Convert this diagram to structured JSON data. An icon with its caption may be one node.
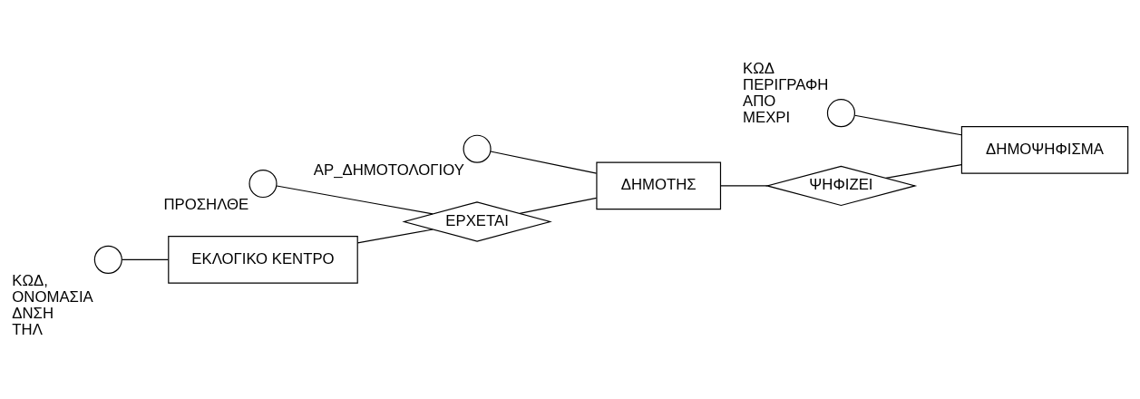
{
  "diagram": {
    "nodes": [
      {
        "text": [
          "ΕΚΛΟΓΙΚΟ ΚΕΝΤΡΟ"
        ]
      },
      {
        "text": [],
        "shape": "circle",
        "beside": [
          "ΚΩΔ,",
          "ΟΝΟΜΑΣΙΑ",
          "ΔΝΣΗ",
          "ΤΗΛ"
        ]
      },
      {
        "text": [
          "ΕΡΧΕΤΑΙ"
        ]
      },
      {
        "text": [],
        "shape": "circle",
        "beside": [
          "ΠΡΟΣΗΛΘΕ"
        ]
      },
      {
        "text": [
          "ΔΗΜΟΤΗΣ"
        ]
      },
      {
        "text": [],
        "shape": "circle",
        "beside": [
          "ΑΡ_ΔΗΜΟΤΟΛΟΓΙΟΥ"
        ]
      },
      {
        "text": [
          "ΨΗΦΙΖΕΙ"
        ]
      },
      {
        "text": [
          "ΔΗΜΟΨΗΦΙΣΜΑ"
        ]
      },
      {
        "text": [],
        "shape": "circle",
        "beside": [
          "ΚΩΔ",
          "ΠΕΡΙΓΡΑΦΗ",
          "ΑΠΟ",
          "ΜΕΧΡΙ"
        ]
      }
    ],
    "edges": [
      {
        "from": 1,
        "to": 0,
        "arrow": "none"
      },
      {
        "from": 0,
        "to": 2,
        "arrow": "none"
      },
      {
        "from": 2,
        "to": 4,
        "arrow": "none"
      },
      {
        "from": 3,
        "to": 2,
        "arrow": "none"
      },
      {
        "from": 5,
        "to": 4,
        "arrow": "none"
      },
      {
        "from": 4,
        "to": 6,
        "arrow": "none"
      },
      {
        "from": 6,
        "to": 7,
        "arrow": "none"
      },
      {
        "from": 8,
        "to": 7,
        "arrow": "none"
      }
    ]
  }
}
